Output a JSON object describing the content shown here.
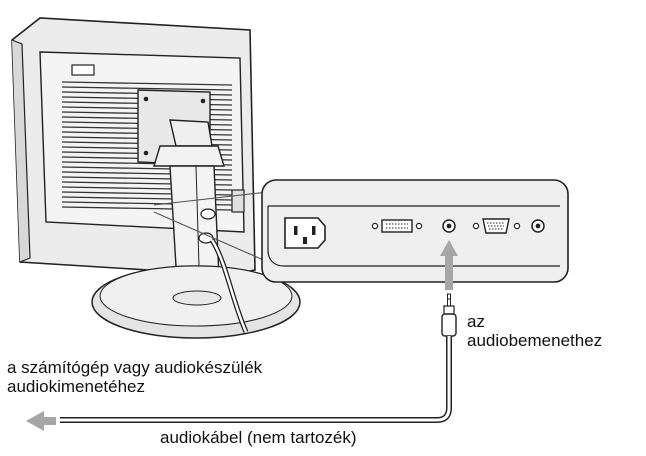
{
  "labels": {
    "audio_input": [
      "az",
      "audiobemenethez"
    ],
    "audio_output": [
      "a számítógép vagy audiokészülék",
      "audiokimenetéhez"
    ],
    "cable": "audiokábel (nem tartozék)"
  },
  "colors": {
    "line": "#222222",
    "monitor_frame": "#e6e6e6",
    "grille": "#333333",
    "panel_fill": "#efefef",
    "arrow": "#a6a6a6"
  },
  "icons": [
    "power-connector-icon",
    "dvi-connector-icon",
    "audio-jack-icon",
    "vga-connector-icon",
    "audio-plug-icon",
    "left-arrow-icon",
    "up-arrow-icon"
  ]
}
